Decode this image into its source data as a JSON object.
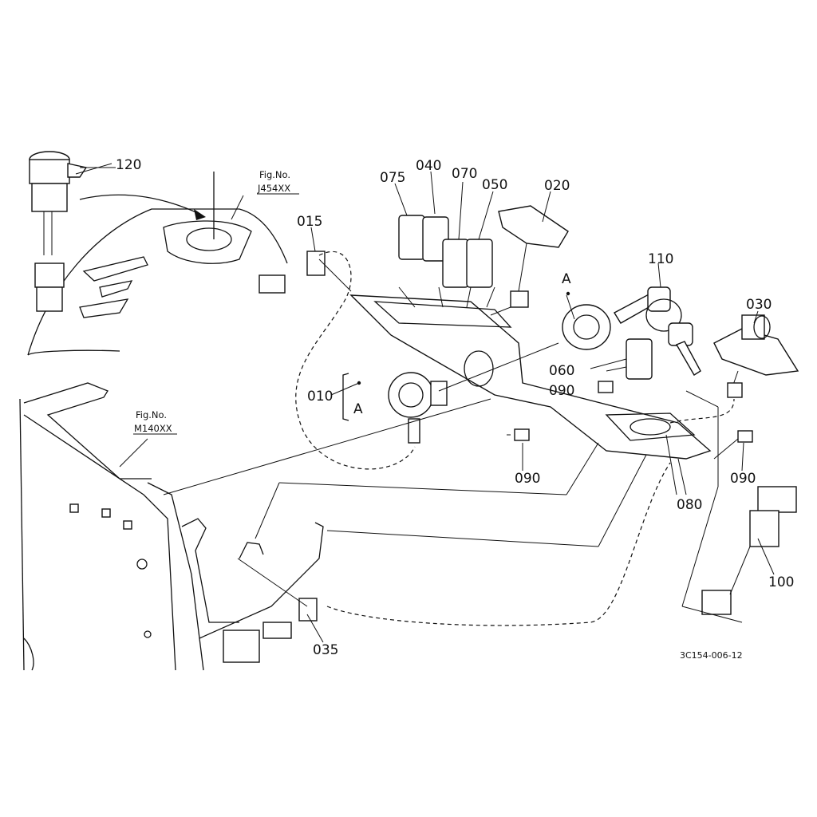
{
  "callouts": {
    "p120": "120",
    "p075": "075",
    "p040": "040",
    "p070": "070",
    "p050": "050",
    "p020": "020",
    "p015": "015",
    "p110": "110",
    "p030": "030",
    "pA_top": "A",
    "p060": "060",
    "p090_a": "090",
    "p010": "010",
    "pA_group": "A",
    "p090_b": "090",
    "p090_c": "090",
    "p080": "080",
    "p100": "100",
    "p035": "035"
  },
  "figure_refs": {
    "j454_label": "Fig.No.",
    "j454_code": "J454XX",
    "m140_label": "Fig.No.",
    "m140_code": "M140XX"
  },
  "drawing_code": "3C154-006-12",
  "icons": [
    "ignition-key-icon",
    "switch-icon",
    "connector-icon",
    "bolt-icon"
  ]
}
